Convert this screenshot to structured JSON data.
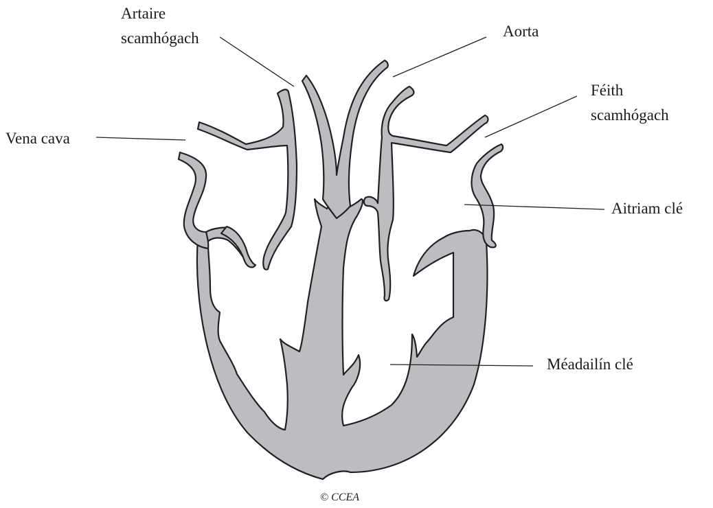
{
  "labels": {
    "pulmonary_artery_line1": "Artaire",
    "pulmonary_artery_line2": "scamhógach",
    "aorta": "Aorta",
    "pulmonary_vein_line1": "Féith",
    "pulmonary_vein_line2": "scamhógach",
    "vena_cava": "Vena cava",
    "left_atrium": "Aitriam clé",
    "left_ventricle": "Méadailín clé"
  },
  "copyright": "© CCEA",
  "colors": {
    "wall_fill": "#bcbdc0",
    "outline": "#231f20",
    "background": "#ffffff"
  }
}
